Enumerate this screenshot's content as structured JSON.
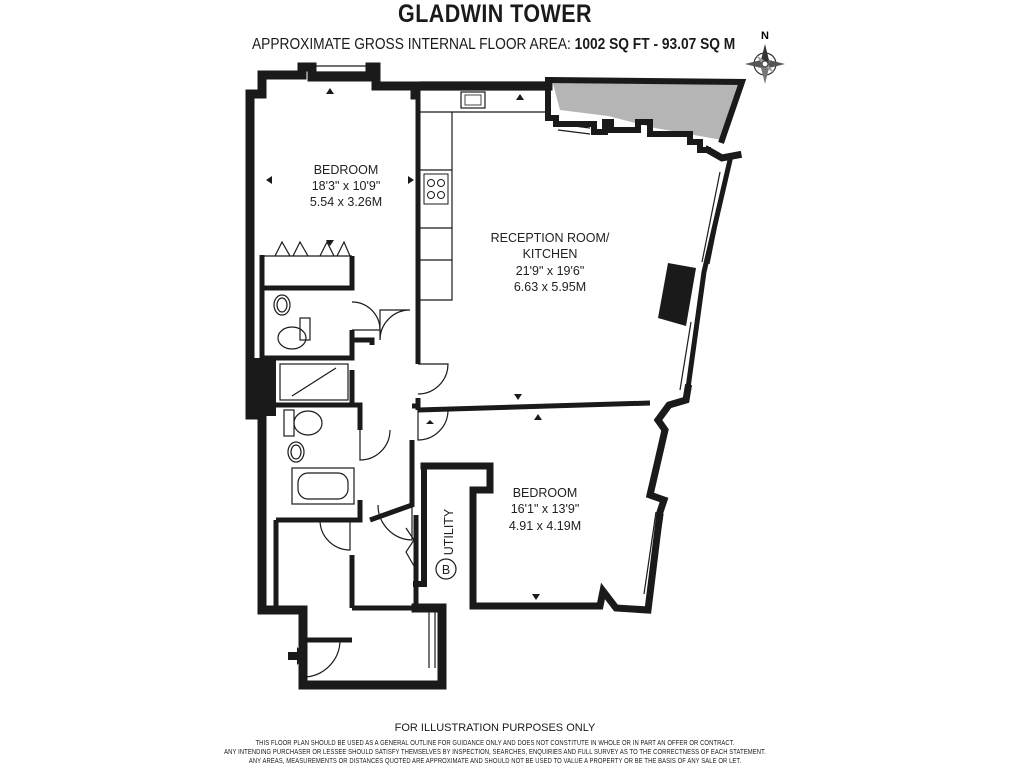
{
  "header": {
    "title": "GLADWIN TOWER",
    "area_label": "APPROXIMATE GROSS INTERNAL FLOOR AREA:",
    "area_value": "1002 SQ FT  -  93.07 SQ M"
  },
  "compass": {
    "north_label": "N",
    "icon": "compass-rose-icon"
  },
  "rooms": {
    "bedroom1": {
      "name": "BEDROOM",
      "imperial": "18'3\" x 10'9\"",
      "metric": "5.54 x 3.26M"
    },
    "reception": {
      "name_line1": "RECEPTION ROOM/",
      "name_line2": "KITCHEN",
      "imperial": "21'9\" x 19'6\"",
      "metric": "6.63 x 5.95M"
    },
    "bedroom2": {
      "name": "BEDROOM",
      "imperial": "16'1\" x 13'9\"",
      "metric": "4.91 x 4.19M"
    },
    "utility": {
      "name": "UTILITY",
      "boiler_symbol": "B"
    }
  },
  "footer": {
    "title": "FOR ILLUSTRATION PURPOSES ONLY",
    "lines": [
      "THIS FLOOR PLAN SHOULD BE USED AS A GENERAL OUTLINE FOR GUIDANCE ONLY AND DOES NOT CONSTITUTE IN WHOLE OR IN PART AN OFFER OR CONTRACT.",
      "ANY INTENDING PURCHASER OR LESSEE SHOULD SATISFY THEMSELVES BY INSPECTION, SEARCHES, ENQUIRIES AND FULL SURVEY AS TO THE CORRECTNESS OF EACH STATEMENT.",
      "ANY AREAS, MEASUREMENTS OR DISTANCES QUOTED ARE APPROXIMATE AND SHOULD NOT BE USED TO VALUE A PROPERTY OR BE THE BASIS OF ANY SALE OR LET."
    ]
  },
  "colors": {
    "wall": "#1a1a1a",
    "balcony": "#b5b5b5",
    "background": "#ffffff"
  }
}
